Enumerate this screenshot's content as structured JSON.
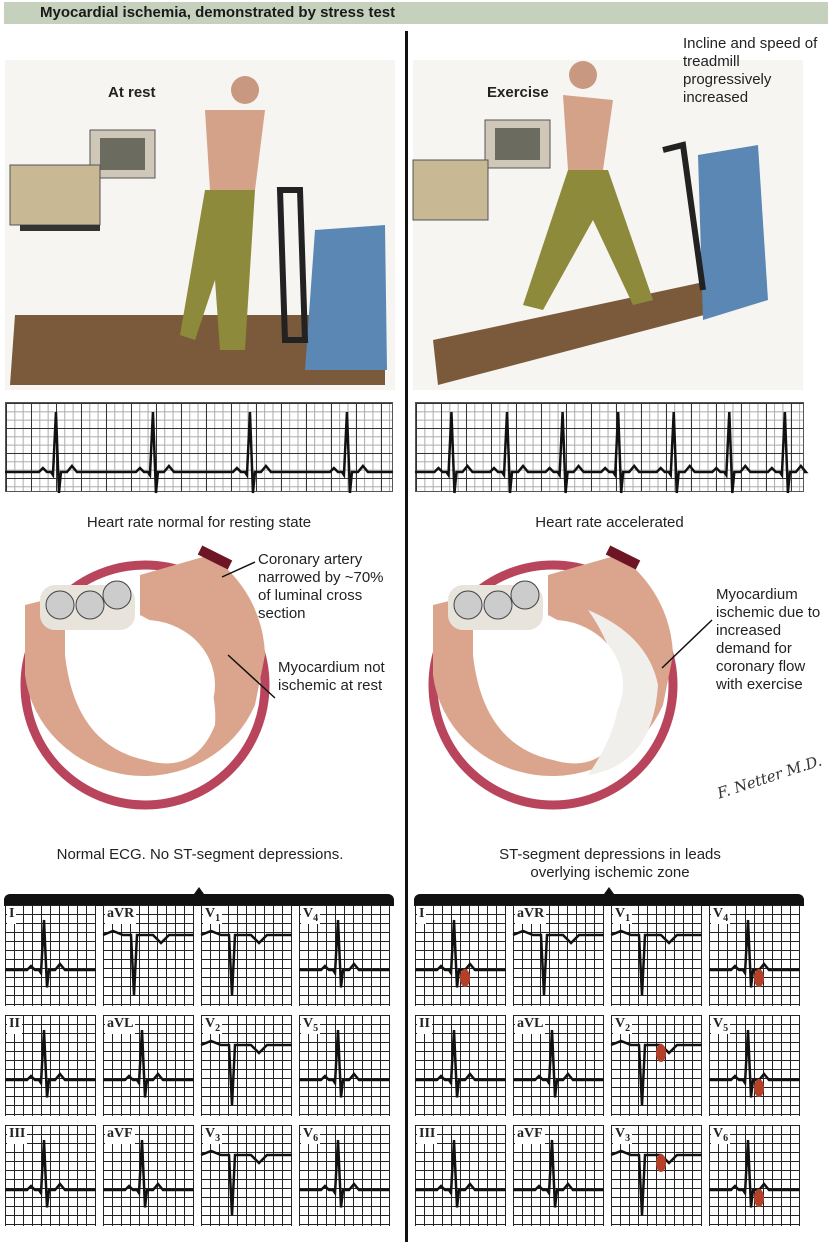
{
  "title": "Myocardial ischemia, demonstrated by stress test",
  "left": {
    "heading": "At rest",
    "rhythm_caption": "Heart rate normal for resting state",
    "rhythm_beats_shown": 4,
    "annotations": [
      "Coronary artery narrowed by ~70% of luminal cross section",
      "Myocardium not ischemic at rest"
    ],
    "ecg_caption": "Normal ECG. No ST-segment depressions.",
    "leads": [
      {
        "name": "I",
        "sub": "",
        "inverted": false,
        "st_depression": false
      },
      {
        "name": "aVR",
        "sub": "",
        "inverted": true,
        "st_depression": false
      },
      {
        "name": "V",
        "sub": "1",
        "inverted": true,
        "st_depression": false
      },
      {
        "name": "V",
        "sub": "4",
        "inverted": false,
        "st_depression": false
      },
      {
        "name": "II",
        "sub": "",
        "inverted": false,
        "st_depression": false
      },
      {
        "name": "aVL",
        "sub": "",
        "inverted": false,
        "st_depression": false
      },
      {
        "name": "V",
        "sub": "2",
        "inverted": true,
        "st_depression": false
      },
      {
        "name": "V",
        "sub": "5",
        "inverted": false,
        "st_depression": false
      },
      {
        "name": "III",
        "sub": "",
        "inverted": false,
        "st_depression": false
      },
      {
        "name": "aVF",
        "sub": "",
        "inverted": false,
        "st_depression": false
      },
      {
        "name": "V",
        "sub": "3",
        "inverted": true,
        "st_depression": false
      },
      {
        "name": "V",
        "sub": "6",
        "inverted": false,
        "st_depression": false
      }
    ]
  },
  "right": {
    "heading": "Exercise",
    "note": "Incline and speed of treadmill progressively increased",
    "rhythm_caption": "Heart rate accelerated",
    "rhythm_beats_shown": 7,
    "annotations": [
      "Myocardium ischemic due to increased demand for coronary flow with exercise"
    ],
    "ecg_caption": "ST-segment depressions in leads overlying ischemic zone",
    "leads": [
      {
        "name": "I",
        "sub": "",
        "inverted": false,
        "st_depression": true
      },
      {
        "name": "aVR",
        "sub": "",
        "inverted": true,
        "st_depression": false
      },
      {
        "name": "V",
        "sub": "1",
        "inverted": true,
        "st_depression": false
      },
      {
        "name": "V",
        "sub": "4",
        "inverted": false,
        "st_depression": true
      },
      {
        "name": "II",
        "sub": "",
        "inverted": false,
        "st_depression": false
      },
      {
        "name": "aVL",
        "sub": "",
        "inverted": false,
        "st_depression": false
      },
      {
        "name": "V",
        "sub": "2",
        "inverted": true,
        "st_depression": true
      },
      {
        "name": "V",
        "sub": "5",
        "inverted": false,
        "st_depression": true
      },
      {
        "name": "III",
        "sub": "",
        "inverted": false,
        "st_depression": false
      },
      {
        "name": "aVF",
        "sub": "",
        "inverted": false,
        "st_depression": false
      },
      {
        "name": "V",
        "sub": "3",
        "inverted": true,
        "st_depression": true
      },
      {
        "name": "V",
        "sub": "6",
        "inverted": false,
        "st_depression": true
      }
    ]
  },
  "signature": "F. Netter M.D.",
  "colors": {
    "title_bg": "#c6d1bd",
    "myocardium": "#dba58d",
    "ischemic": "#f1efec",
    "artery": "#b8455c",
    "st_highlight": "#b5402a"
  }
}
